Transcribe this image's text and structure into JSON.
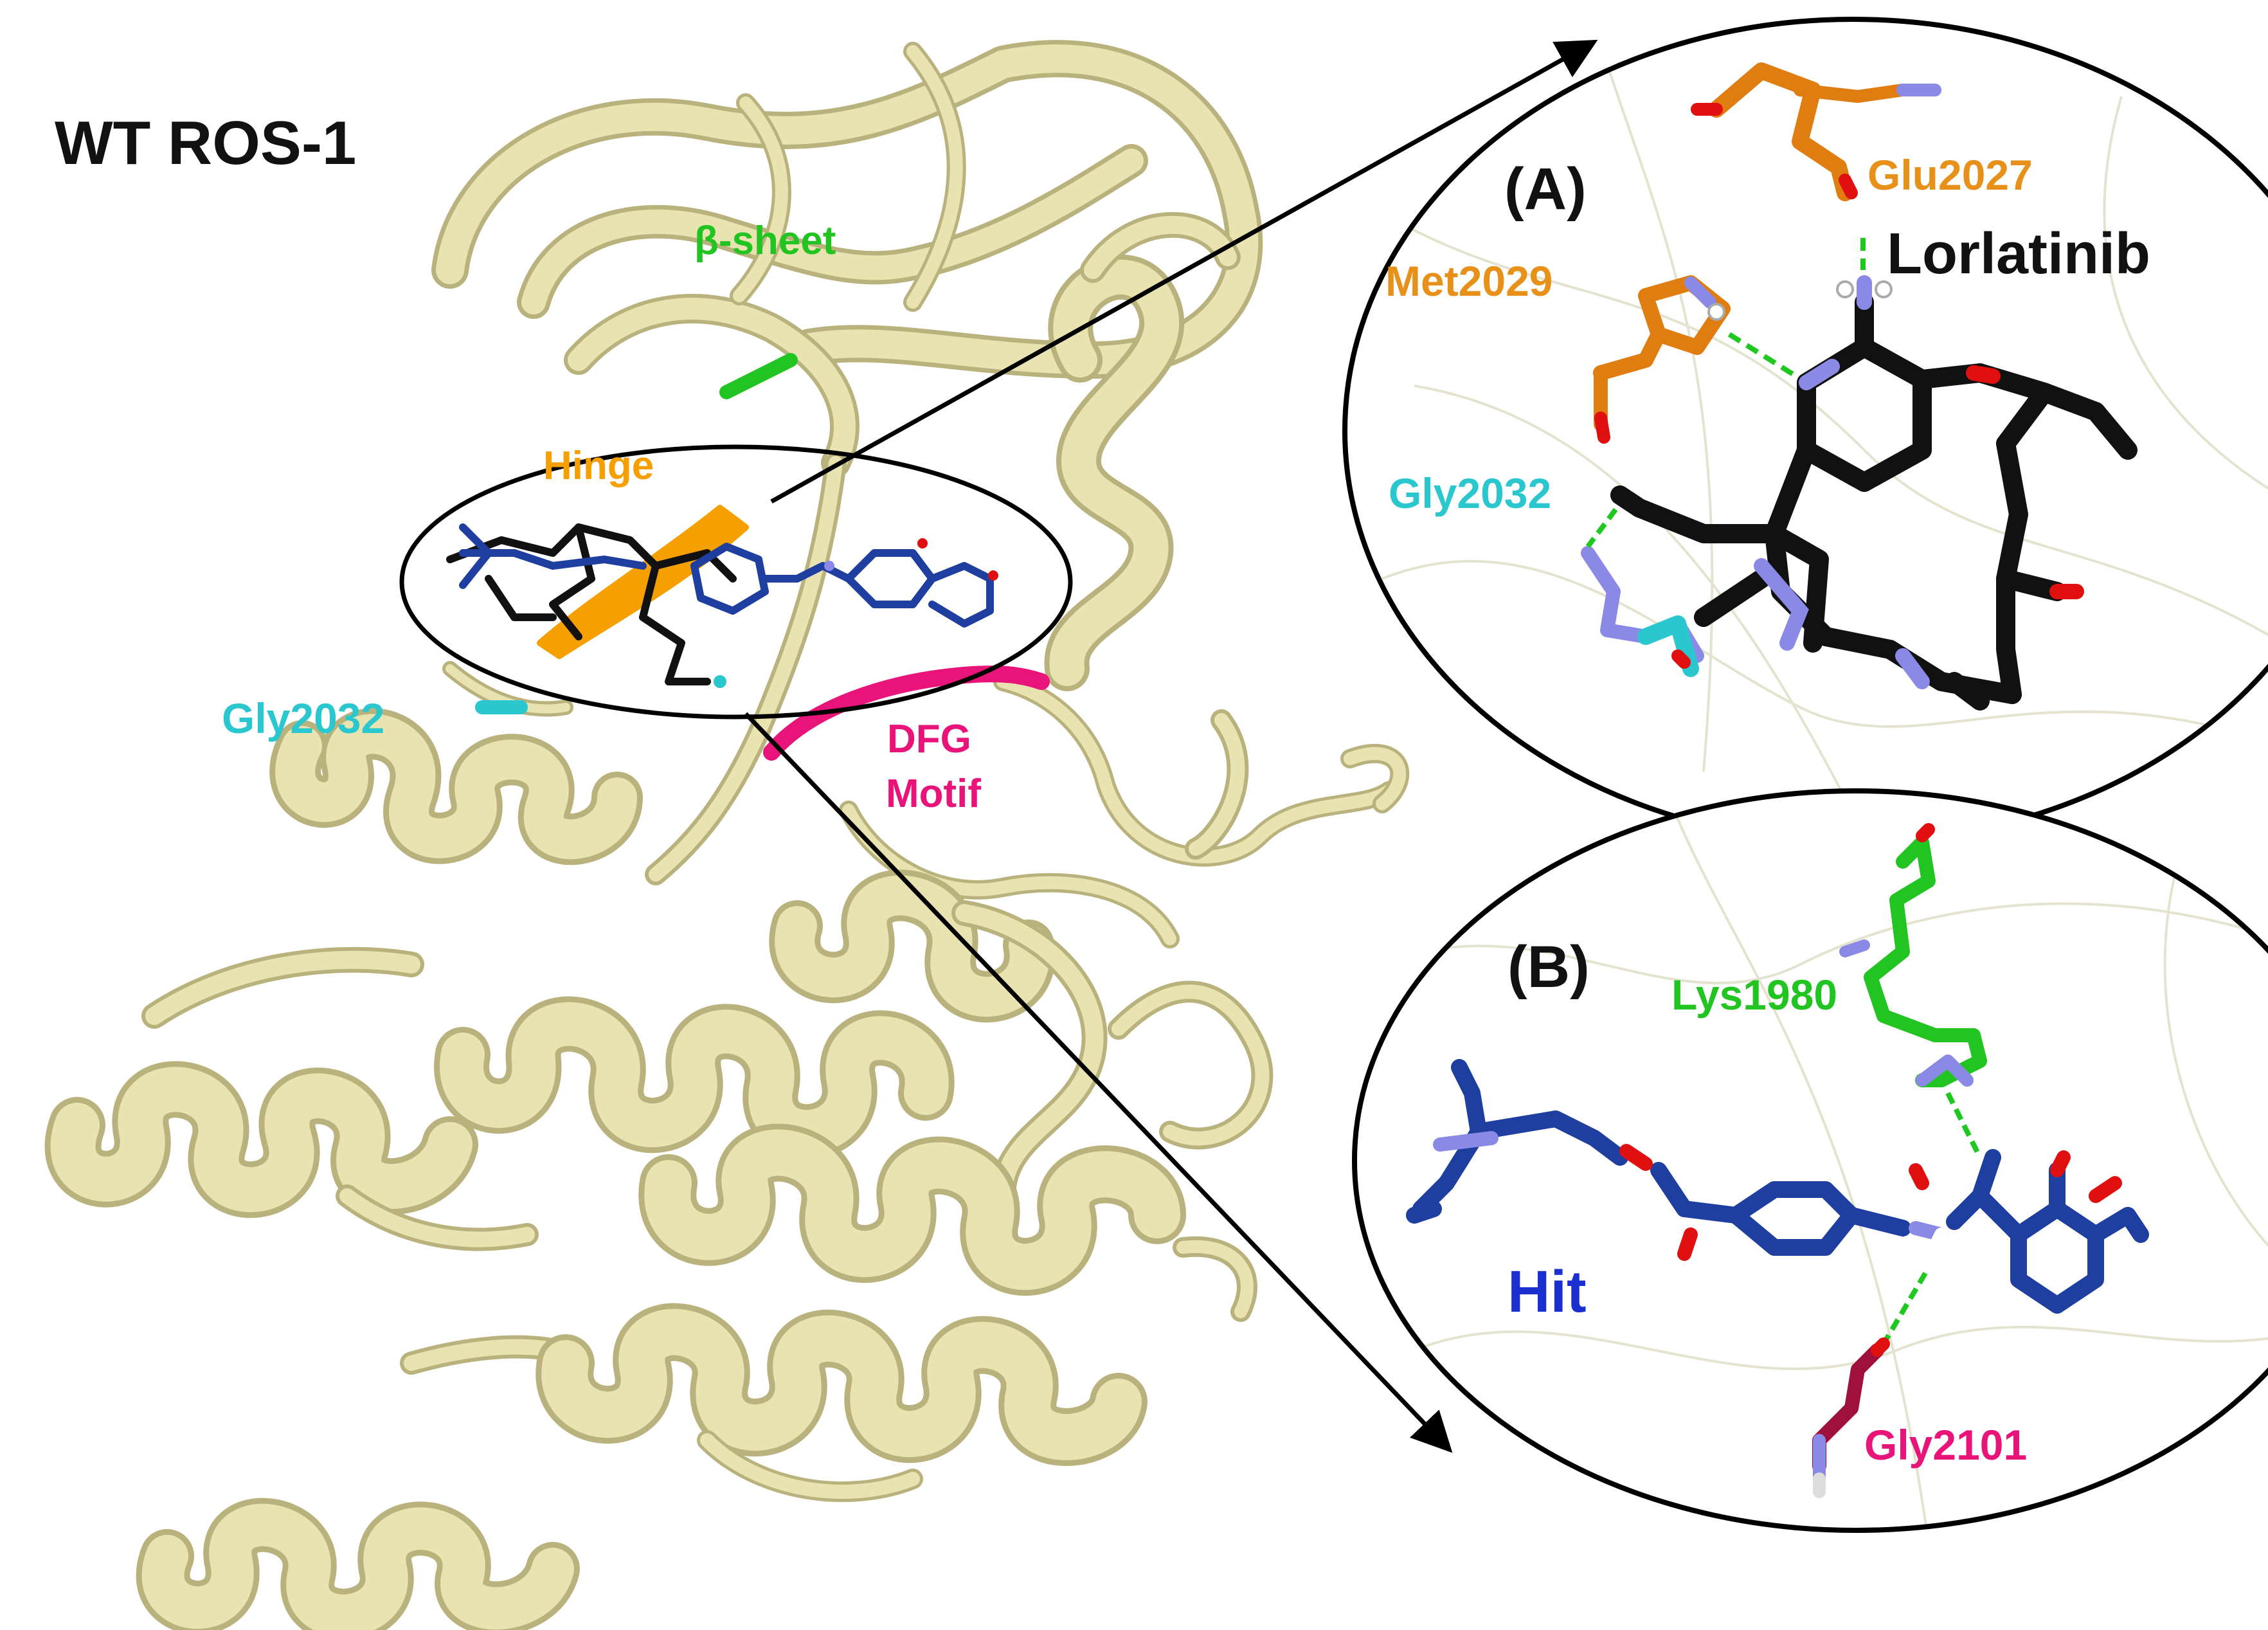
{
  "figure": {
    "protein_label": "WT ROS-1",
    "colors": {
      "ribbon": "#e8e3b0",
      "ribbon_edge": "#b9b27c",
      "beta_sheet": "#22c422",
      "hinge": "#f5a000",
      "gly2032": "#2bc7cf",
      "dfg": "#e8147a",
      "hit_ligand": "#1e3ea0",
      "lorlatinib": "#111111",
      "nitrogen": "#8a8ae6",
      "oxygen": "#e01010",
      "hbond": "#1ec81e"
    },
    "overview_labels": {
      "beta_sheet": "β-sheet",
      "hinge": "Hinge",
      "gly2032": "Gly2032",
      "dfg_line1": "DFG",
      "dfg_line2": "Motif"
    },
    "panel_a": {
      "tag": "(A)",
      "ligand": "Lorlatinib",
      "residues": [
        "Glu2027",
        "Met2029",
        "Gly2032"
      ]
    },
    "panel_b": {
      "tag": "(B)",
      "ligand": "Hit",
      "residues": [
        "Lys1980",
        "Gly2101"
      ]
    }
  }
}
